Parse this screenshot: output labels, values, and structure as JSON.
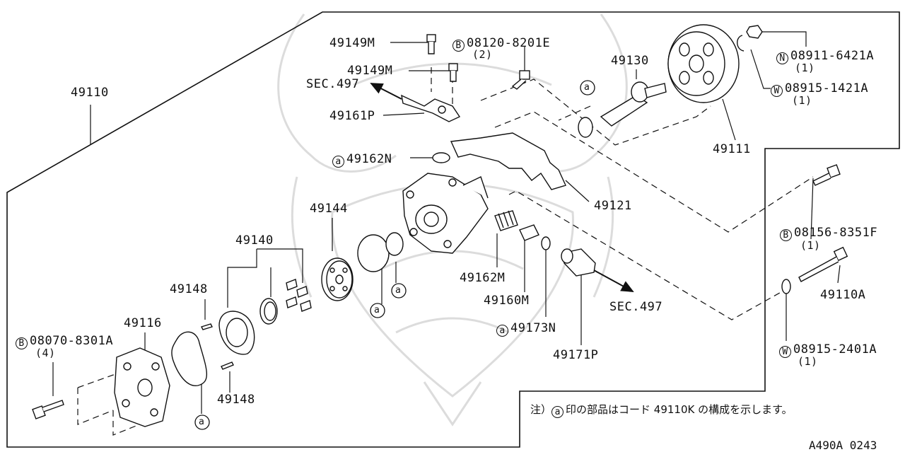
{
  "labels": {
    "p49110": "49110",
    "p49149m_a": "49149M",
    "b08120": "08120-8201E",
    "b08120_qty": "(2)",
    "p49149m_b": "49149M",
    "sec497_a": "SEC.497",
    "p49161p": "49161P",
    "p49162n": "49162N",
    "p49130": "49130",
    "n08911": "08911-6421A",
    "n08911_qty": "(1)",
    "w08915_1421": "08915-1421A",
    "w08915_1421_qty": "(1)",
    "p49111": "49111",
    "p49121": "49121",
    "p49144": "49144",
    "p49140": "49140",
    "p49148_a": "49148",
    "p49148_b": "49148",
    "p49116": "49116",
    "b08070": "08070-8301A",
    "b08070_qty": "(4)",
    "p49162m": "49162M",
    "p49160m": "49160M",
    "p49173n": "49173N",
    "p49171p": "49171P",
    "sec497_b": "SEC.497",
    "b08156": "08156-8351F",
    "b08156_qty": "(1)",
    "p49110a": "49110A",
    "w08915_2401": "08915-2401A",
    "w08915_2401_qty": "(1)"
  },
  "markers": {
    "a": "a",
    "B": "B",
    "N": "N",
    "W": "W"
  },
  "note": {
    "prefix": "注）",
    "text": "印の部品はコード 49110K の構成を示します。"
  },
  "diagram_code": "A490A 0243"
}
